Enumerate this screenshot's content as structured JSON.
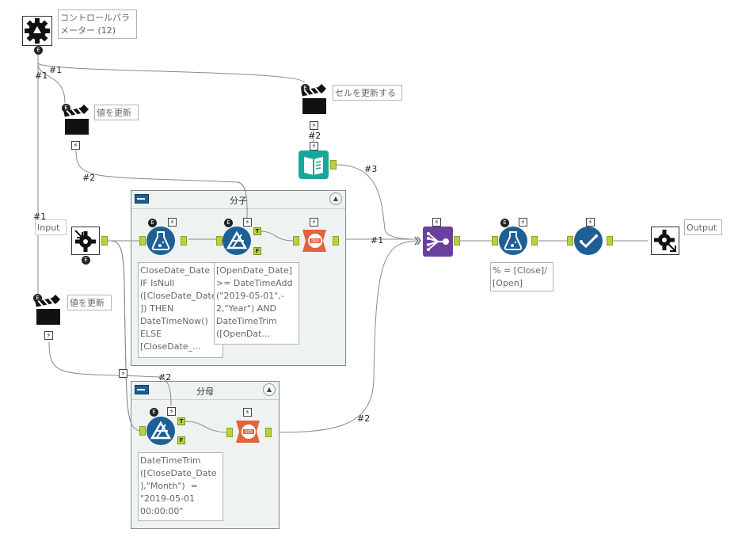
{
  "tools": {
    "control_params": {
      "annotation": "コントロールパラ\nメーター (12)"
    },
    "update_value_1": {
      "annotation": "値を更新"
    },
    "update_cell": {
      "annotation": "セルを更新する"
    },
    "update_value_2": {
      "annotation": "値を更新"
    },
    "macro_input": {
      "annotation": "Input"
    },
    "formula_1": {
      "annotation": "CloseDate_Date =\nIF IsNull\n([CloseDate_Date\n]) THEN\nDateTimeNow()\nELSE\n[CloseDate_..."
    },
    "filter_1": {
      "annotation": "[OpenDate_Date]\n>= DateTimeAdd\n(\"2019-05-01\",-\n2,\"Year\") AND\nDateTimeTrim\n([OpenDat..."
    },
    "filter_2": {
      "annotation": "DateTimeTrim\n([CloseDate_Date\n],\"Month\")  =\n\"2019-05-01\n00:00:00\""
    },
    "formula_2": {
      "annotation": "% = [Close]/\n[Open]"
    },
    "macro_output": {
      "annotation": "Output"
    }
  },
  "containers": {
    "numerator": {
      "title": "分子",
      "toggle_icon": "collapse-icon"
    },
    "denominator": {
      "title": "分母",
      "toggle_icon": "collapse-icon"
    }
  },
  "connection_labels": {
    "c1": "#1",
    "c2": "#1",
    "c3": "#2",
    "c4": "#2",
    "c5": "#3",
    "c6": "#1",
    "c7": "#1",
    "c8": "#2",
    "c9": "#2"
  },
  "anchor_letters": {
    "true": "T",
    "false": "F",
    "e": "E",
    "bolt": "⚡"
  },
  "colors": {
    "tool_blue": "#1e5f95",
    "summarize_orange": "#e2633f",
    "union_purple": "#6b3fa0",
    "teal": "#17a79a",
    "anchor_green": "#b6d33c",
    "container_bg": "#eef3f2"
  }
}
